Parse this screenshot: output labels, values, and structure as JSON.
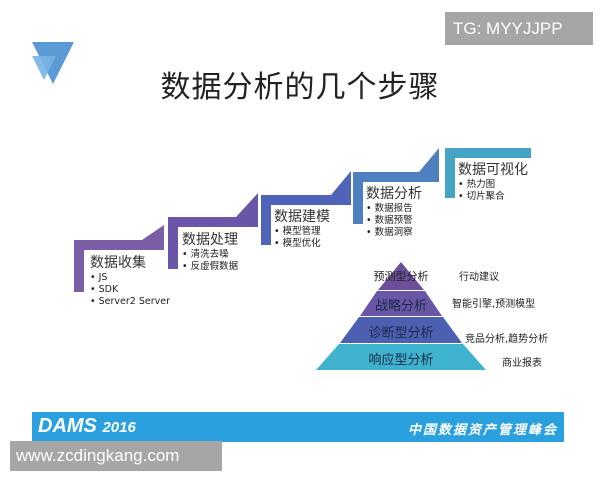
{
  "watermark_top": "TG: MYYJJPP",
  "title": "数据分析的几个步骤",
  "steps": [
    {
      "label": "数据收集",
      "items": [
        "JS",
        "SDK",
        "Server2 Server"
      ],
      "color": "#7b5ea7"
    },
    {
      "label": "数据处理",
      "items": [
        "清洗去噪",
        "反虚假数据"
      ],
      "color": "#6a55a8"
    },
    {
      "label": "数据建模",
      "items": [
        "模型管理",
        "模型优化"
      ],
      "color": "#4f63b8"
    },
    {
      "label": "数据分析",
      "items": [
        "数据报告",
        "数据预警",
        "数据洞察"
      ],
      "color": "#4f7fbf"
    },
    {
      "label": "数据可视化",
      "items": [
        "热力图",
        "切片聚合"
      ],
      "color": "#45a3c4"
    }
  ],
  "pyramid": {
    "levels": [
      {
        "label": "预测型分析",
        "note": "行动建议",
        "color": "#6b4f9a"
      },
      {
        "label": "战略分析",
        "note": "智能引擎,预测模型",
        "color": "#6a56a6"
      },
      {
        "label": "诊断型分析",
        "note": "竞品分析,趋势分析",
        "color": "#4c5fb0"
      },
      {
        "label": "响应型分析",
        "note": "商业报表",
        "color": "#3fb3cd"
      }
    ]
  },
  "banner": {
    "brand": "DAMS",
    "year": "2016",
    "tagline": "中国数据资产管理峰会",
    "color": "#2aa0df"
  },
  "watermark_bottom": "www.zcdingkang.com"
}
